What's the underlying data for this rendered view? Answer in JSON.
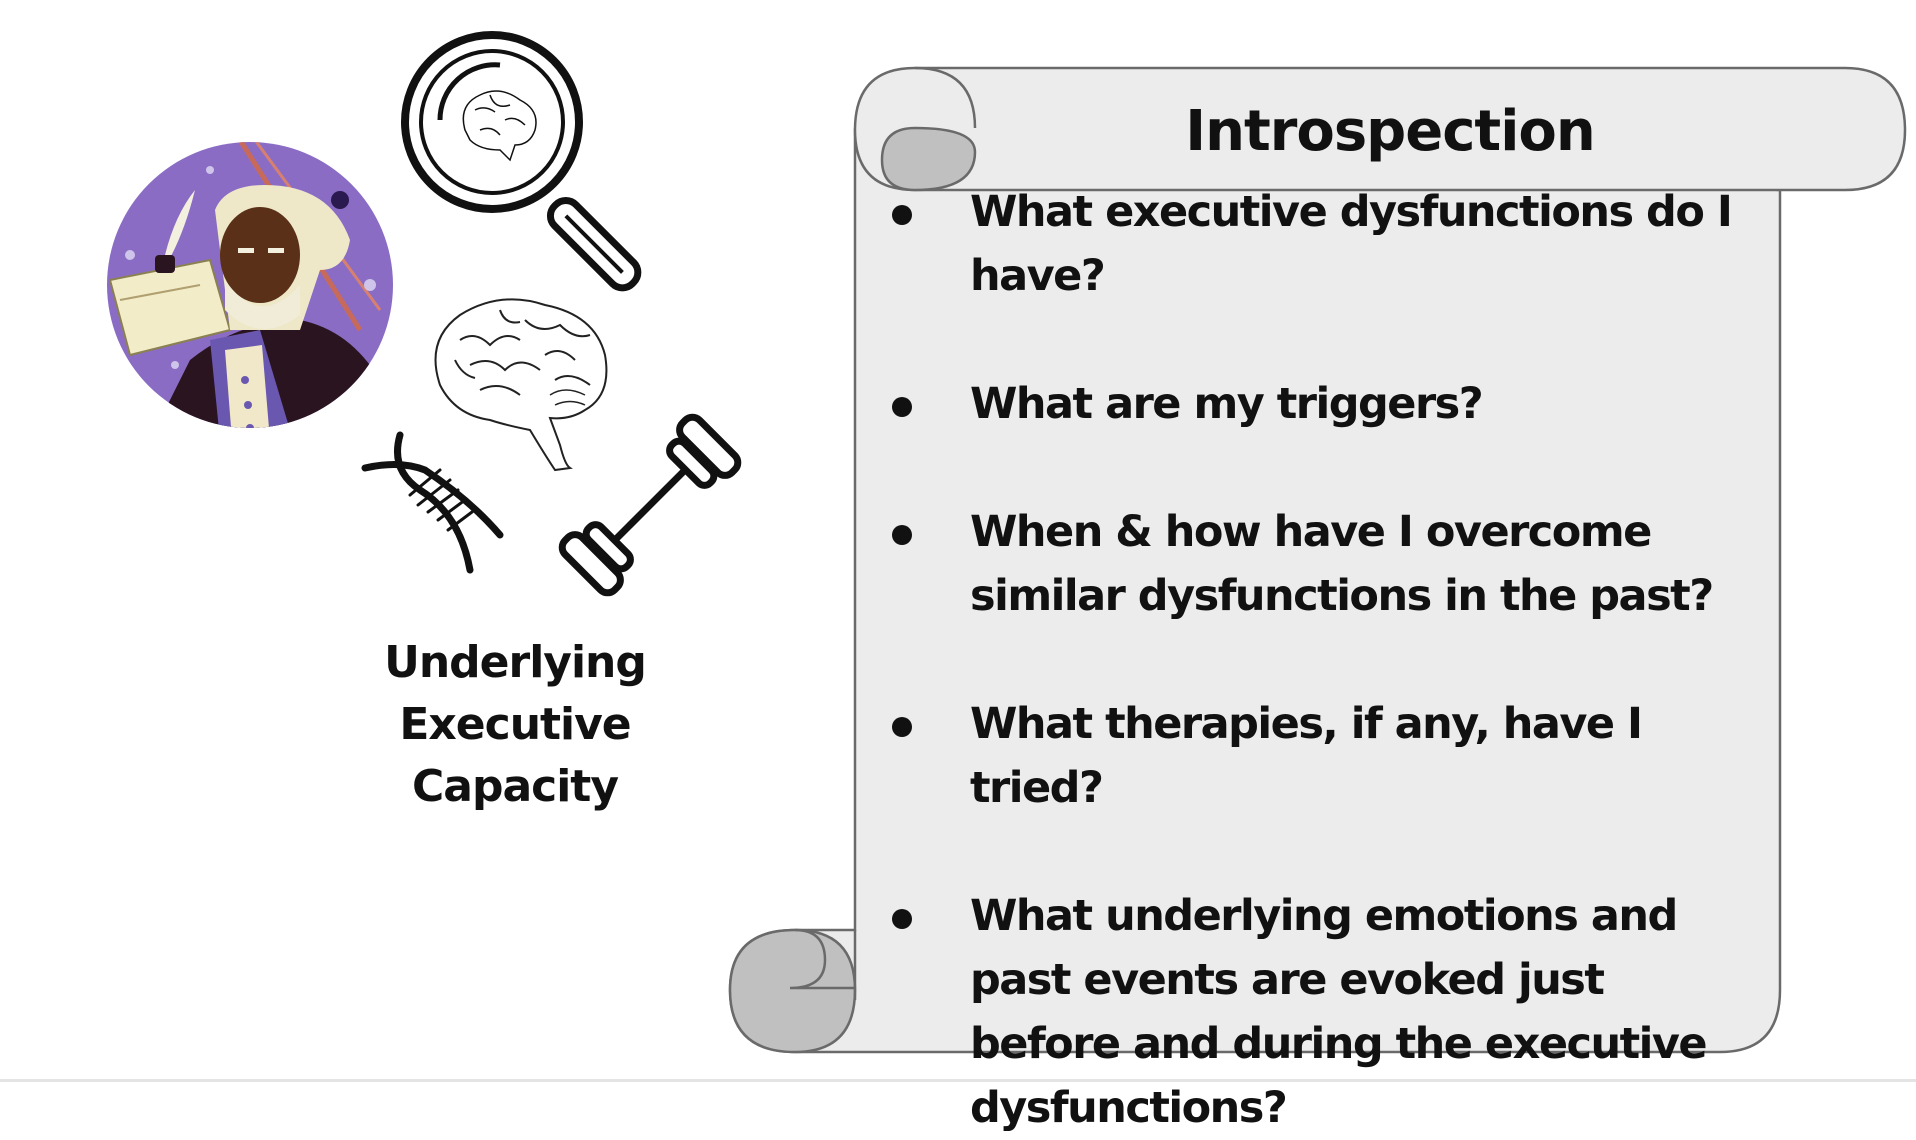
{
  "left": {
    "caption_line1": "Underlying",
    "caption_line2": "Executive Capacity",
    "icons": [
      "portrait-illustration",
      "magnifying-glass-brain-icon",
      "brain-icon",
      "dna-icon",
      "dumbbell-icon"
    ]
  },
  "scroll": {
    "title": "Introspection",
    "bullets": [
      "What executive dysfunctions do I have?",
      "What are my triggers?",
      "When & how have I overcome similar dysfunctions in the past?",
      "What therapies, if any, have I tried?",
      "What underlying emotions and past events are evoked just before and during the executive dysfunctions?"
    ]
  },
  "colors": {
    "scroll_fill": "#ececec",
    "scroll_curl": "#c0c0c0",
    "scroll_stroke": "#6a6a6a",
    "portrait_bg": "#8a6cc4",
    "text": "#111111"
  }
}
